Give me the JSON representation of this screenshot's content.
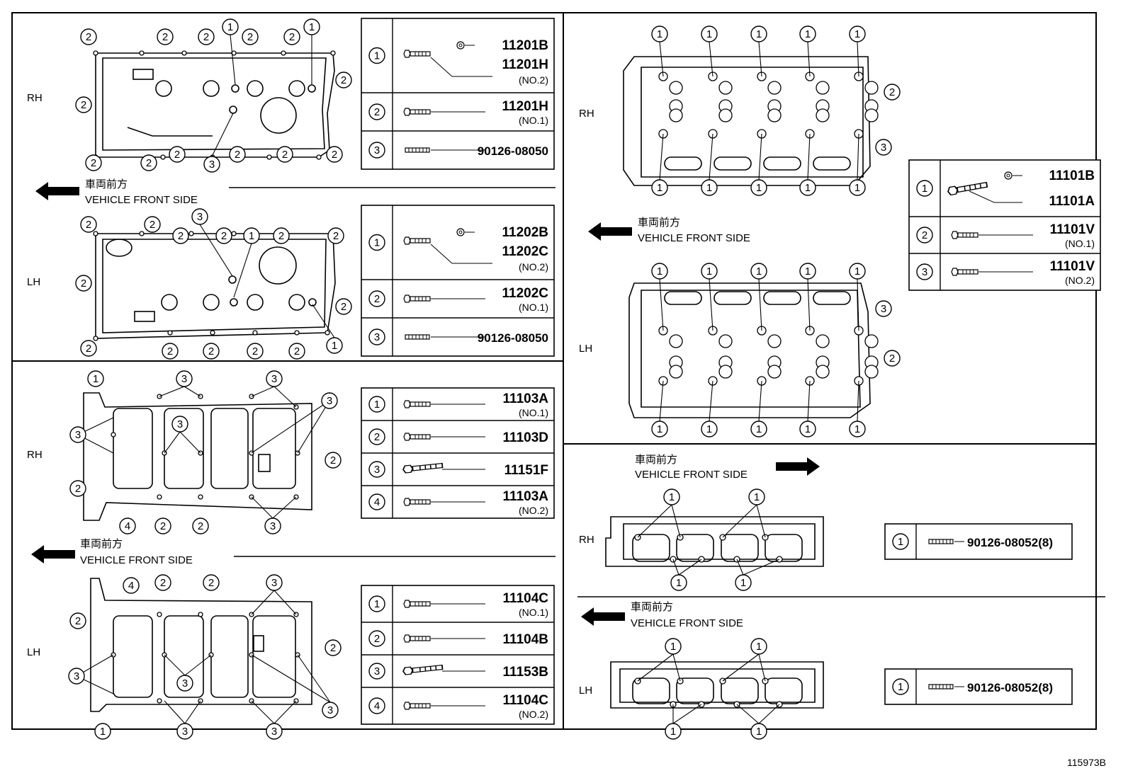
{
  "sides": {
    "rh": "RH",
    "lh": "LH"
  },
  "direction": {
    "jp": "車両前方",
    "en": "VEHICLE FRONT SIDE"
  },
  "legends": {
    "head_cover_rh": [
      {
        "num": "1",
        "parts": [
          "11201B",
          "11201H"
        ],
        "sub": "(NO.2)"
      },
      {
        "num": "2",
        "parts": [
          "11201H"
        ],
        "sub": "(NO.1)"
      },
      {
        "num": "3",
        "parts": [
          "90126-08050"
        ],
        "sub": ""
      }
    ],
    "head_cover_lh": [
      {
        "num": "1",
        "parts": [
          "11202B",
          "11202C"
        ],
        "sub": "(NO.2)"
      },
      {
        "num": "2",
        "parts": [
          "11202C"
        ],
        "sub": "(NO.1)"
      },
      {
        "num": "3",
        "parts": [
          "90126-08050"
        ],
        "sub": ""
      }
    ],
    "housing_rh": [
      {
        "num": "1",
        "parts": [
          "11103A"
        ],
        "sub": "(NO.1)"
      },
      {
        "num": "2",
        "parts": [
          "11103D"
        ],
        "sub": ""
      },
      {
        "num": "3",
        "parts": [
          "11151F"
        ],
        "sub": ""
      },
      {
        "num": "4",
        "parts": [
          "11103A"
        ],
        "sub": "(NO.2)"
      }
    ],
    "housing_lh": [
      {
        "num": "1",
        "parts": [
          "11104C"
        ],
        "sub": "(NO.1)"
      },
      {
        "num": "2",
        "parts": [
          "11104B"
        ],
        "sub": ""
      },
      {
        "num": "3",
        "parts": [
          "11153B"
        ],
        "sub": ""
      },
      {
        "num": "4",
        "parts": [
          "11104C"
        ],
        "sub": "(NO.2)"
      }
    ],
    "cylinder_head": [
      {
        "num": "1",
        "parts": [
          "11101B",
          "11101A"
        ],
        "sub": ""
      },
      {
        "num": "2",
        "parts": [
          "11101V"
        ],
        "sub": "(NO.1)"
      },
      {
        "num": "3",
        "parts": [
          "11101V"
        ],
        "sub": "(NO.2)"
      }
    ],
    "manifold_rh": [
      {
        "num": "1",
        "parts": [
          "90126-08052(8)"
        ],
        "sub": ""
      }
    ],
    "manifold_lh": [
      {
        "num": "1",
        "parts": [
          "90126-08052(8)"
        ],
        "sub": ""
      }
    ]
  },
  "code": "115973B"
}
